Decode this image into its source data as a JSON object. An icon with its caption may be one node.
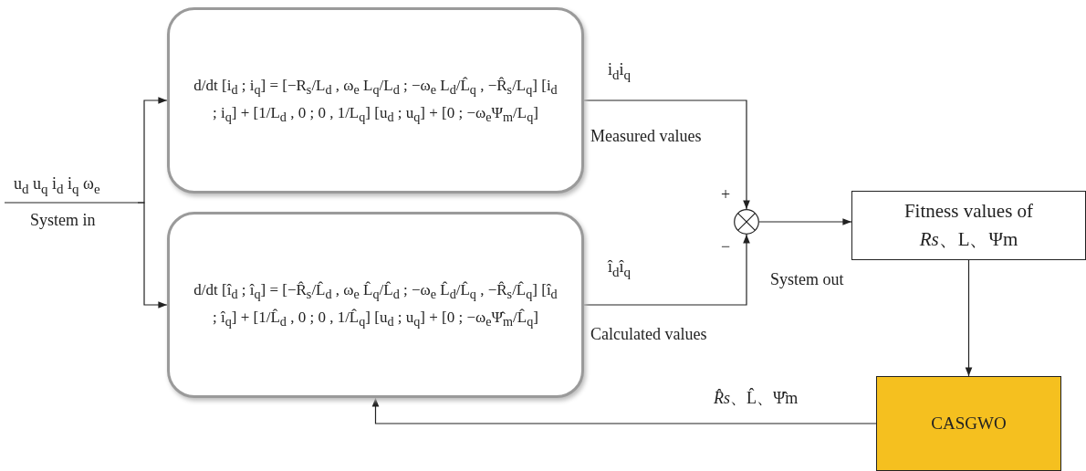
{
  "diagram": {
    "nodes": [
      {
        "text": [
          "u$_{d}$ u$_{q}$ i$_{d}$ i$_{q}$ ω$_{e}$",
          "System in"
        ]
      },
      {
        "text": [
          "d/dt [i$_{d}$ ; i$_{q}$] = [−R$_{s}$/L$_{d}$ , ω$_{e}$ L$_{q}$/L$_{d}$ ; −ω$_{e}$ L$_{d}$/L̂$_{q}$ , −R̂$_{s}$/L$_{q}$] [i$_{d}$ ; i$_{q}$] + [1/L$_{d}$ , 0 ; 0 , 1/L$_{q}$] [u$_{d}$ ; u$_{q}$] + [0 ; −ω$_{e}$Ψ$_{m}$/L$_{q}$]"
        ],
        "beside": [
          "Measured values"
        ]
      },
      {
        "text": [
          "d/dt [î$_{d}$ ; î$_{q}$] = [−R̂$_{s}$/L̂$_{d}$ , ω$_{e}$ L̂$_{q}$/L̂$_{d}$ ; −ω$_{e}$ L̂$_{d}$/L̂$_{q}$ , −R̂$_{s}$/L̂$_{q}$] [î$_{d}$ ; î$_{q}$] + [1/L̂$_{d}$ , 0 ; 0 , 1/L̂$_{q}$] [u$_{d}$ ; u$_{q}$] + [0 ; −ω$_{e}$Ψ̂$_{m}$/L̂$_{q}$]"
        ],
        "beside": [
          "Calculated values"
        ]
      },
      {
        "text": [],
        "shape": "circle"
      },
      {
        "text": [
          "Fitness values of *Rs*、L、Ψm"
        ]
      },
      {
        "text": [
          "CASGWO"
        ]
      }
    ],
    "edges": [
      {
        "from": 0,
        "to": 1,
        "arrow": "to"
      },
      {
        "from": 0,
        "to": 2,
        "arrow": "to"
      },
      {
        "from": 1,
        "to": 3,
        "arrow": "to",
        "label": "i$_{d}$i$_{q}$"
      },
      {
        "from": 2,
        "to": 3,
        "arrow": "to",
        "label": "î$_{d}$î$_{q}$"
      },
      {
        "from": 3,
        "to": 4,
        "arrow": "to",
        "label": "System out"
      },
      {
        "from": 4,
        "to": 5,
        "arrow": "to"
      },
      {
        "from": 5,
        "to": 2,
        "arrow": "to",
        "label": "*R̂s*、L̂、Ψ̂m"
      }
    ],
    "labels": [
      "+",
      "−"
    ]
  }
}
